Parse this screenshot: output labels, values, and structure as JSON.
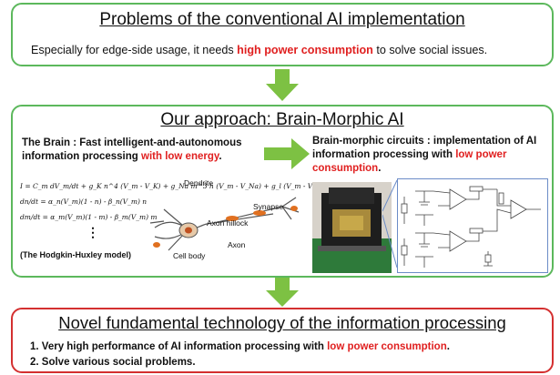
{
  "box1": {
    "title": "Problems of the conventional AI implementation",
    "desc_pre": "Especially for edge-side usage, it needs ",
    "desc_red": "high power consumption",
    "desc_post": " to solve social issues."
  },
  "box2": {
    "title": "Our approach: Brain-Morphic AI",
    "brain_pre": "The Brain : Fast intelligent-and-autonomous information processing ",
    "brain_red": "with low energy",
    "brain_post": ".",
    "circuit_pre": "Brain-morphic circuits : implementation of AI information processing with ",
    "circuit_red": "low power consumption",
    "circuit_post": ".",
    "hh_label": "(The Hodgkin-Huxley model)",
    "neuron_labels": {
      "dendrite": "Dendrite",
      "synapse": "Synapse",
      "axon_hillock": "Axon hillock",
      "axon": "Axon",
      "cell_body": "Cell body"
    },
    "equations": [
      "I  =  C_m dV_m/dt + g_K n^4 (V_m - V_K) + g_Na m^3 h (V_m - V_Na) + g_l (V_m - V_l)",
      "dn/dt  =  α_n(V_m)(1 - n) - β_n(V_m) n",
      "dm/dt  =  α_m(V_m)(1 - m) - β_m(V_m) m",
      "⋮"
    ]
  },
  "box3": {
    "title": "Novel fundamental technology of the information processing",
    "item1_pre": "1.  Very high performance of AI information processing with ",
    "item1_red": "low power consumption",
    "item1_post": ".",
    "item2": "2.  Solve various social problems."
  },
  "colors": {
    "green": "#5cb85c",
    "red": "#e02020",
    "arrow": "#7dc143"
  }
}
